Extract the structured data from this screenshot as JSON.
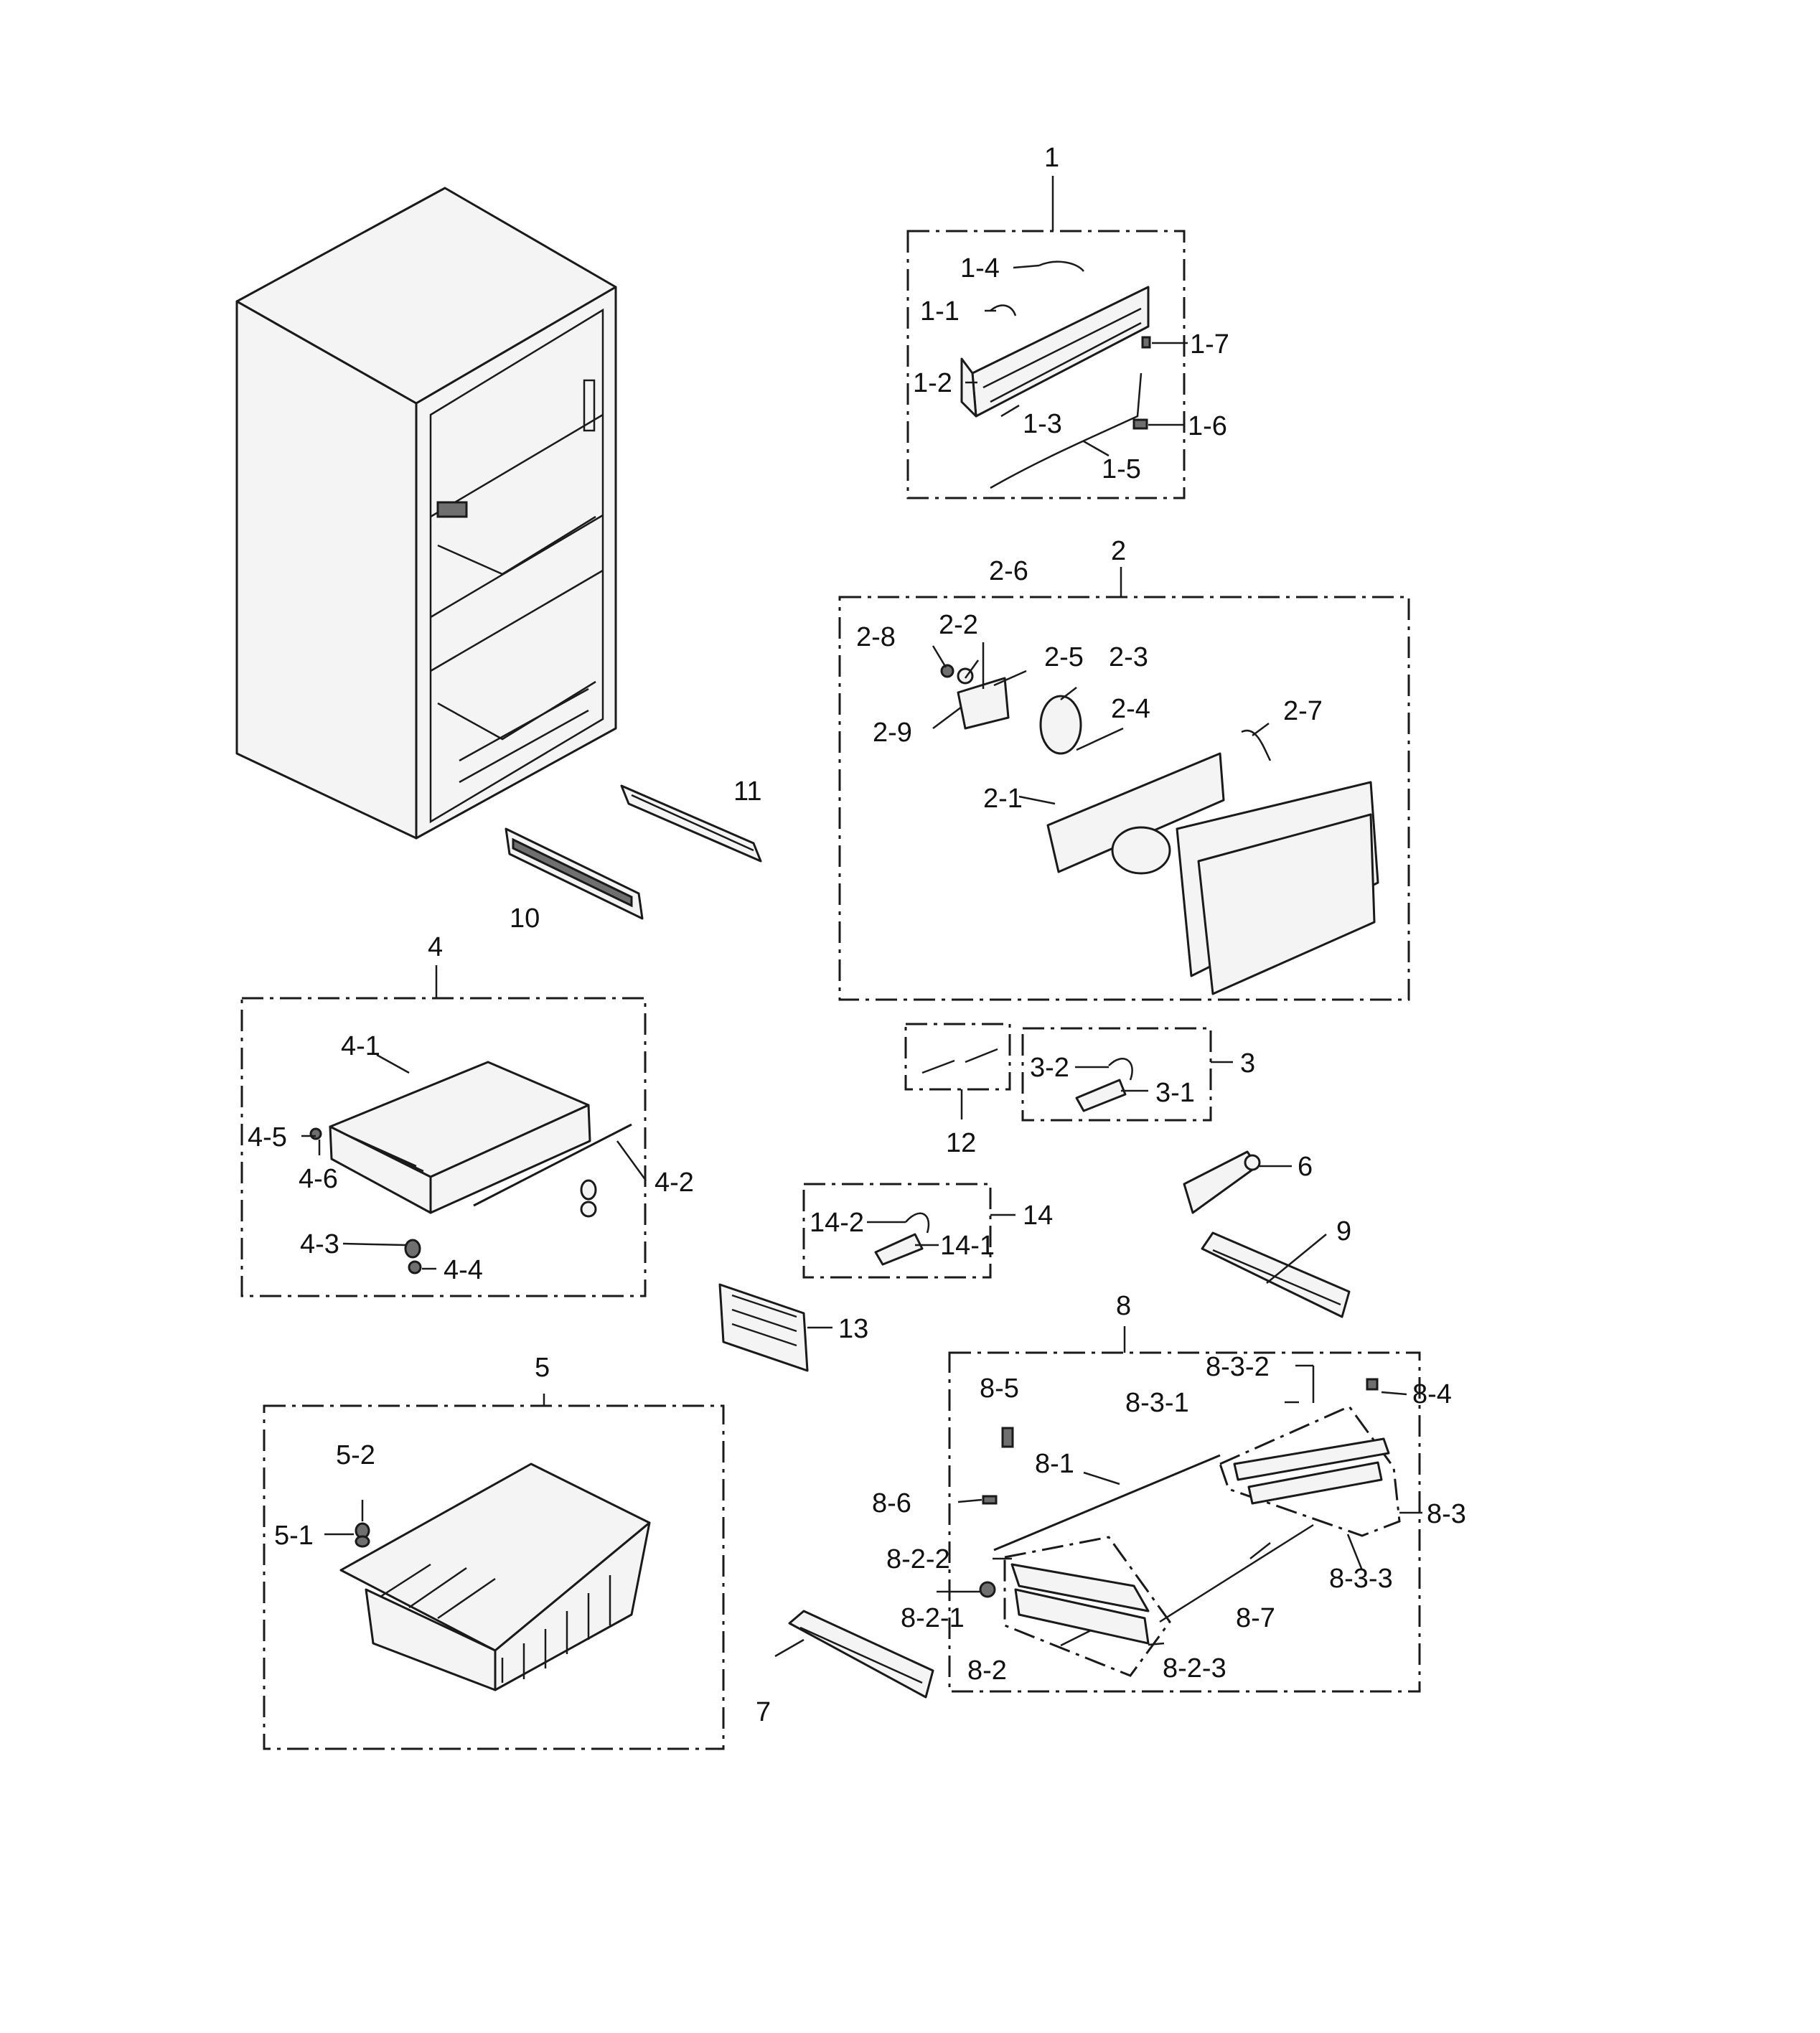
{
  "callouts": {
    "c1": "1",
    "c1_1": "1-1",
    "c1_2": "1-2",
    "c1_3": "1-3",
    "c1_4": "1-4",
    "c1_5": "1-5",
    "c1_6": "1-6",
    "c1_7": "1-7",
    "c2": "2",
    "c2_1": "2-1",
    "c2_2": "2-2",
    "c2_3": "2-3",
    "c2_4": "2-4",
    "c2_5": "2-5",
    "c2_6": "2-6",
    "c2_7": "2-7",
    "c2_8": "2-8",
    "c2_9": "2-9",
    "c3": "3",
    "c3_1": "3-1",
    "c3_2": "3-2",
    "c4": "4",
    "c4_1": "4-1",
    "c4_2": "4-2",
    "c4_3": "4-3",
    "c4_4": "4-4",
    "c4_5": "4-5",
    "c4_6": "4-6",
    "c5": "5",
    "c5_1": "5-1",
    "c5_2": "5-2",
    "c6": "6",
    "c7": "7",
    "c8": "8",
    "c8_1": "8-1",
    "c8_2": "8-2",
    "c8_2_1": "8-2-1",
    "c8_2_2": "8-2-2",
    "c8_2_3": "8-2-3",
    "c8_3": "8-3",
    "c8_3_1": "8-3-1",
    "c8_3_2": "8-3-2",
    "c8_3_3": "8-3-3",
    "c8_4": "8-4",
    "c8_5": "8-5",
    "c8_6": "8-6",
    "c8_7": "8-7",
    "c9": "9",
    "c10": "10",
    "c11": "11",
    "c12": "12",
    "c13": "13",
    "c14": "14",
    "c14_1": "14-1",
    "c14_2": "14-2"
  }
}
